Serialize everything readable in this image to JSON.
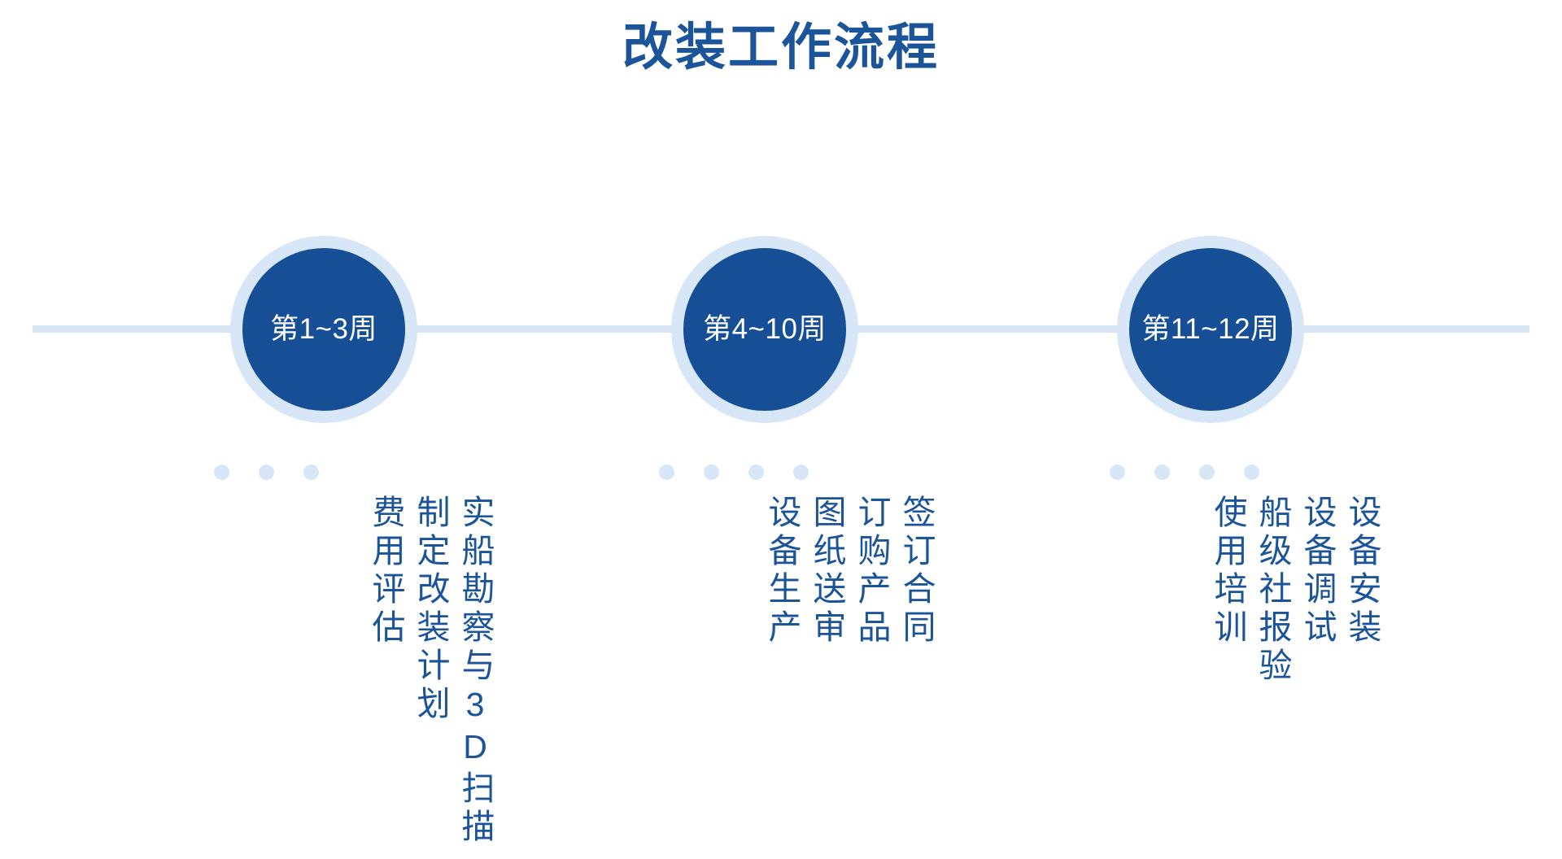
{
  "title": "改装工作流程",
  "colors": {
    "primary": "#174F96",
    "title_blue": "#1B5499",
    "light_blue": "#D7E7F8",
    "background": "#FFFFFF",
    "node_label": "#FFFFFF"
  },
  "timeline": {
    "axis_label": "timeline-axis",
    "stages": [
      {
        "id": "stage-1",
        "node_label": "第1~3周",
        "tasks": [
          "实船勘察与3D扫描",
          "制定改装计划",
          "费用评估"
        ]
      },
      {
        "id": "stage-2",
        "node_label": "第4~10周",
        "tasks": [
          "签订合同",
          "订购产品",
          "图纸送审",
          "设备生产"
        ]
      },
      {
        "id": "stage-3",
        "node_label": "第11~12周",
        "tasks": [
          "设备安装",
          "设备调试",
          "船级社报验",
          "使用培训"
        ]
      }
    ]
  }
}
